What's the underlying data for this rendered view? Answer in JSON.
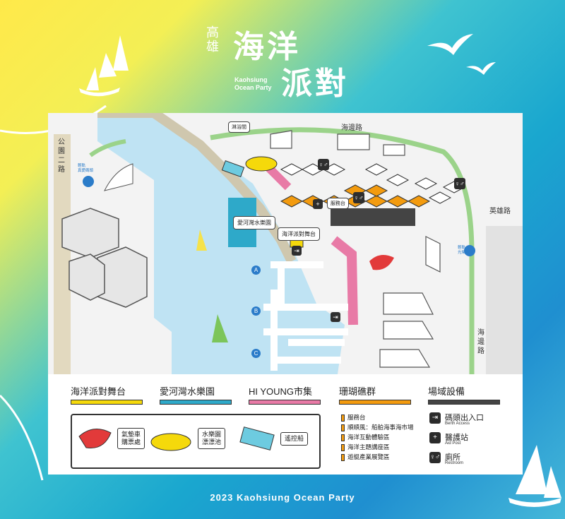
{
  "header": {
    "title_small": "高雄",
    "title_line1": "海洋",
    "title_line2": "派對",
    "title_en_1": "Kaohsiung",
    "title_en_2": "Ocean Party"
  },
  "map": {
    "roads": {
      "top": "海邊路",
      "left": "公園二路",
      "right": "英雄路",
      "bottom_right": "海邊路"
    },
    "lrt_left": "輕軌\n真愛碼頭",
    "lrt_right": "輕軌\n光榮碼頭",
    "labels": {
      "restroom": "淋浴間",
      "park": "愛河灣水樂園",
      "stage": "海洋派對舞台",
      "service": "服務台"
    },
    "berths": [
      "A",
      "B",
      "C"
    ]
  },
  "legend": {
    "categories": [
      {
        "label": "海洋派對舞台",
        "color": "#f5d90b"
      },
      {
        "label": "愛河灣水樂園",
        "color": "#2ea9c9"
      },
      {
        "label": "HI YOUNG市集",
        "color": "#e87aa6"
      },
      {
        "label": "珊瑚礁群",
        "color": "#f39b0f"
      },
      {
        "label": "場域設備",
        "color": "#444444"
      }
    ],
    "box": {
      "shark": "氣墊車\n購票處",
      "unicorn": "水樂園\n漂漂池",
      "boat": "遙控船"
    },
    "coral_items": [
      "服務台",
      "順順風：船舶海事海市場",
      "海洋互動體驗區",
      "海洋主題講座區",
      "遊艇產業展覽區"
    ],
    "facilities": [
      {
        "cn": "碼頭出入口",
        "en": "Berth Access",
        "icon": "berth-access-icon"
      },
      {
        "cn": "醫護站",
        "en": "Aid Post",
        "icon": "first-aid-icon"
      },
      {
        "cn": "廁所",
        "en": "Restroom",
        "icon": "restroom-icon"
      }
    ]
  },
  "footer": {
    "text": "2023 Kaohsiung Ocean Party"
  }
}
